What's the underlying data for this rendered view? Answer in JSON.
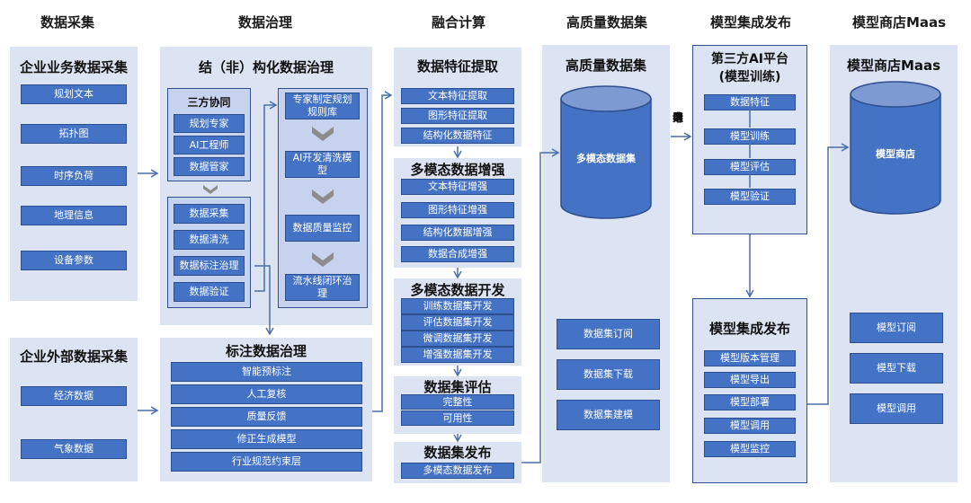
{
  "columns": {
    "collection": "数据采集",
    "governance": "数据治理",
    "computing": "融合计算",
    "dataset": "高质量数据集",
    "model_release": "模型集成发布",
    "maas": "模型商店Maas"
  },
  "collection": {
    "internal": {
      "title": "企业业务数据采集",
      "items": [
        "规划文本",
        "拓扑图",
        "时序负荷",
        "地理信息",
        "设备参数"
      ]
    },
    "external": {
      "title": "企业外部数据采集",
      "items": [
        "经济数据",
        "气象数据"
      ]
    }
  },
  "governance": {
    "structured": {
      "title": "结（非）构化数据治理",
      "collab": {
        "title": "三方协同",
        "items": [
          "规划专家",
          "AI工程师",
          "数据管家"
        ]
      },
      "steps": [
        "数据采集",
        "数据清洗",
        "数据标注治理",
        "数据验证"
      ],
      "flow": [
        "专家制定规划规则库",
        "AI开发清洗模型",
        "数据质量监控",
        "流水线闭环治理"
      ]
    },
    "labeling": {
      "title": "标注数据治理",
      "items": [
        "智能预标注",
        "人工复核",
        "质量反馈",
        "修正生成模型",
        "行业规范约束层"
      ]
    }
  },
  "computing": {
    "feature": {
      "title": "数据特征提取",
      "items": [
        "文本特征提取",
        "图形特征提取",
        "结构化数据特征"
      ]
    },
    "augment": {
      "title": "多模态数据增强",
      "items": [
        "文本特征增强",
        "图形特征增强",
        "结构化数据增强",
        "数据合成增强"
      ]
    },
    "develop": {
      "title": "多模态数据开发",
      "items": [
        "训练数据集开发",
        "评估数据集开发",
        "微调数据集开发",
        "增强数据集开发"
      ]
    },
    "evaluate": {
      "title": "数据集评估",
      "items": [
        "完整性",
        "可用性"
      ]
    },
    "publish": {
      "title": "数据集发布",
      "items": [
        "多模态数据发布"
      ]
    }
  },
  "dataset": {
    "title": "高质量数据集",
    "cylinder_label": "多模态数据集",
    "items": [
      "数据集订阅",
      "数据集下载",
      "数据集建模"
    ],
    "import_label": [
      "申",
      "请",
      "导",
      "入"
    ]
  },
  "model_release": {
    "platform": {
      "title_line1": "第三方AI平台",
      "title_line2": "(模型训练)",
      "items": [
        "数据特征",
        "模型训练",
        "模型评估",
        "模型验证"
      ]
    },
    "release": {
      "title": "模型集成发布",
      "items": [
        "模型版本管理",
        "模型导出",
        "模型部署",
        "模型调用",
        "模型监控"
      ]
    }
  },
  "maas": {
    "title": "模型商店Maas",
    "cylinder_label": "模型商店",
    "items": [
      "模型订阅",
      "模型下载",
      "模型调用"
    ]
  }
}
